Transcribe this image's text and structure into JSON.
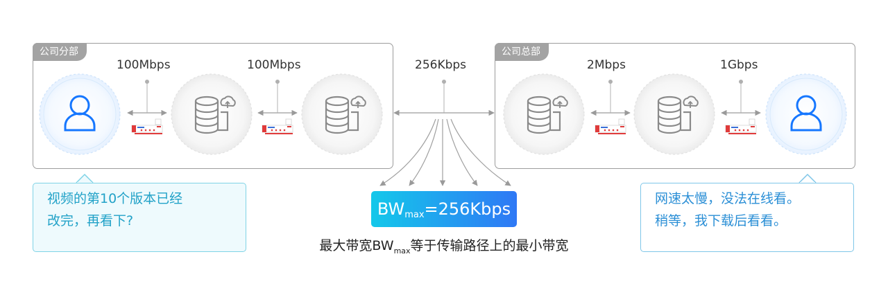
{
  "left_site": {
    "label": "公司分部",
    "speeds": [
      "100Mbps",
      "100Mbps"
    ]
  },
  "right_site": {
    "label": "公司总部",
    "speeds": [
      "2Mbps",
      "1Gbps"
    ]
  },
  "center_speed": "256Kbps",
  "bubble_left": {
    "line1": "视频的第10个版本已经",
    "line2": "改完，再看下?"
  },
  "bubble_right": {
    "line1": "网速太慢，没法在线看。",
    "line2": "稍等，我下载后看看。"
  },
  "bandwidth": {
    "prefix": "BW",
    "sub": "max",
    "suffix": "=256Kbps"
  },
  "caption": {
    "part1": "最大带宽BW",
    "sub": "max",
    "part2": "等于传输路径上的最小带宽"
  },
  "colors": {
    "user_icon": "#1677ff",
    "box_border": "#9c9c9c",
    "bubble_text_left": "#22a2c8",
    "bubble_text_right": "#2b8fd6",
    "gradient_start": "#14c8ea",
    "gradient_end": "#2f78f5"
  }
}
